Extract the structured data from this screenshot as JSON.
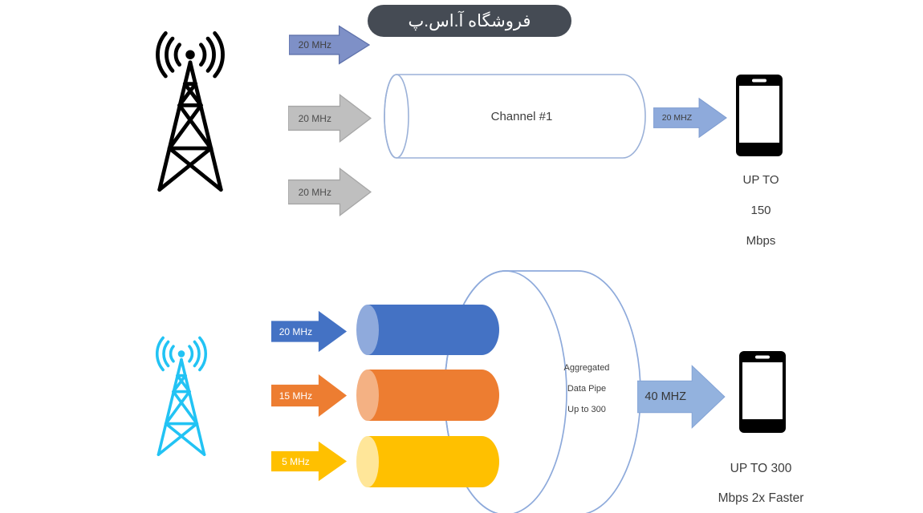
{
  "watermark": {
    "text": "فروشگاه آ.اس.پ"
  },
  "top_section": {
    "input_arrows": [
      {
        "label": "20 MHz"
      },
      {
        "label": "20 MHz"
      },
      {
        "label": "20 MHz"
      }
    ],
    "channel": {
      "label": "Channel #1"
    },
    "output_arrow": {
      "label": "20 MHZ"
    },
    "result": {
      "line1": "UP TO",
      "line2": "150",
      "line3": "Mbps"
    }
  },
  "bottom_section": {
    "input_arrows": [
      {
        "label": "20 MHz"
      },
      {
        "label": "15 MHz"
      },
      {
        "label": "5 MHz"
      }
    ],
    "pipe": {
      "line1": "Aggregated",
      "line2": "Data Pipe",
      "line3": "Up to 300"
    },
    "output_arrow": {
      "label": "40 MHZ"
    },
    "result": {
      "line1": "UP TO 300",
      "line2": "Mbps 2x Faster"
    }
  },
  "colors": {
    "single_carrier_arrow": "#7e90c7",
    "unused_carrier_arrow": "#bfbfbf",
    "output_arrow": "#8eaadb",
    "ca_blue": "#4472c4",
    "ca_orange": "#ed7d31",
    "ca_yellow": "#ffc000",
    "tower_top": "#000000",
    "tower_bottom": "#22c3f4",
    "watermark_bg": "#454b54"
  }
}
